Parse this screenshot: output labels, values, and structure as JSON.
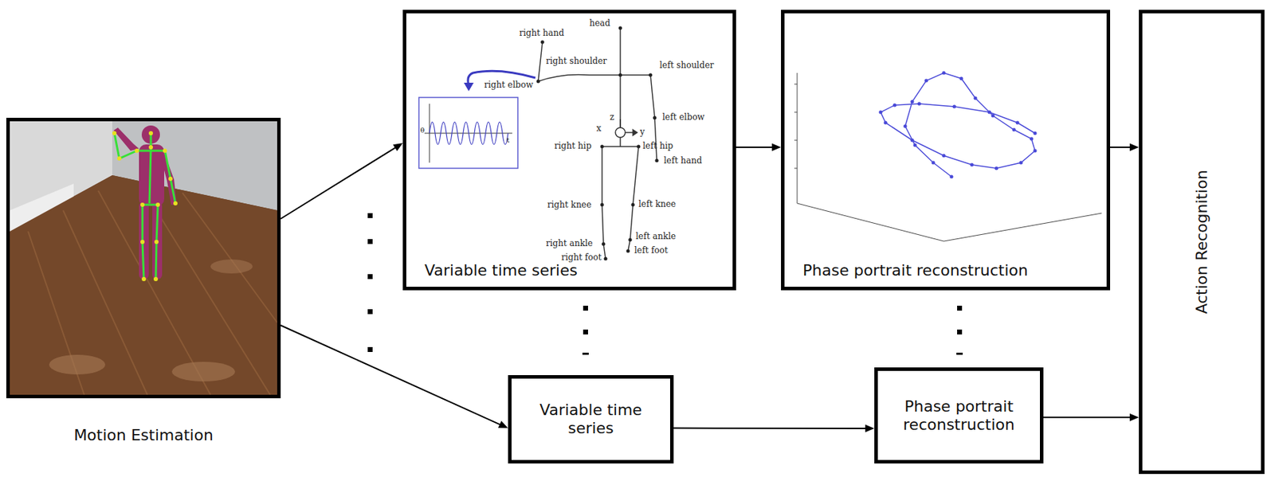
{
  "diagram": {
    "nodes": [
      {
        "text": [
          "Motion Estimation"
        ]
      },
      {
        "text": [
          "Variable time series"
        ]
      },
      {
        "text": [
          "Phase portrait reconstruction"
        ]
      },
      {
        "text": [
          "Action Recognition"
        ]
      },
      {
        "text": [
          "Variable time series"
        ]
      },
      {
        "text": [
          "Phase portrait reconstruction"
        ]
      }
    ],
    "edges": [
      {
        "from": 0,
        "to": 1,
        "arrow": "to"
      },
      {
        "from": 0,
        "to": 4,
        "arrow": "to"
      },
      {
        "from": 1,
        "to": 2,
        "arrow": "to"
      },
      {
        "from": 4,
        "to": 5,
        "arrow": "to"
      },
      {
        "from": 2,
        "to": 3,
        "arrow": "to"
      },
      {
        "from": 5,
        "to": 3,
        "arrow": "to"
      }
    ],
    "labels": [
      "right hand",
      "head",
      "right shoulder",
      "left shoulder",
      "right elbow",
      "left elbow",
      "right hip",
      "left hip",
      "left hand",
      "right knee",
      "left knee",
      "right ankle",
      "left ankle",
      "right foot",
      "left foot",
      "z",
      "y",
      "x",
      "θ",
      "t"
    ]
  }
}
